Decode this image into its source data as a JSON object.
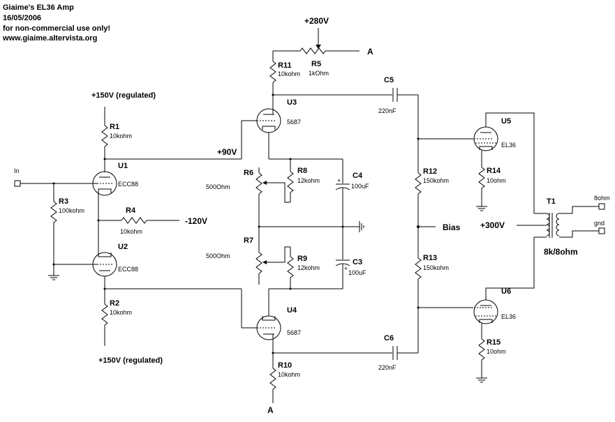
{
  "header": [
    "Giaime's EL36 Amp",
    "16/05/2006",
    "for non-commercial use only!",
    "www.giaime.altervista.org"
  ],
  "supplies": {
    "plus280": "+280V",
    "plus150_top": "+150V (regulated)",
    "plus150_bottom": "+150V (regulated)",
    "plus90": "+90V",
    "minus120": "-120V",
    "plus300": "+300V",
    "node_a_top": "A",
    "node_a_bottom": "A",
    "bias": "Bias"
  },
  "io": {
    "input": "In",
    "out_8ohm": "8ohm",
    "out_gnd": "gnd"
  },
  "resistors": {
    "R1": {
      "ref": "R1",
      "value": "10kohm"
    },
    "R2": {
      "ref": "R2",
      "value": "10kohm"
    },
    "R3": {
      "ref": "R3",
      "value": "100kohm"
    },
    "R4": {
      "ref": "R4",
      "value": "10kohm"
    },
    "R5": {
      "ref": "R5",
      "value": "1kOhm"
    },
    "R6": {
      "ref": "R6",
      "value": "500Ohm"
    },
    "R7": {
      "ref": "R7",
      "value": "500Ohm"
    },
    "R8": {
      "ref": "R8",
      "value": "12kohm"
    },
    "R9": {
      "ref": "R9",
      "value": "12kohm"
    },
    "R10": {
      "ref": "R10",
      "value": "10kohm"
    },
    "R11": {
      "ref": "R11",
      "value": "10kohm"
    },
    "R12": {
      "ref": "R12",
      "value": "150kohm"
    },
    "R13": {
      "ref": "R13",
      "value": "150kohm"
    },
    "R14": {
      "ref": "R14",
      "value": "10ohm"
    },
    "R15": {
      "ref": "R15",
      "value": "10ohm"
    }
  },
  "capacitors": {
    "C3": {
      "ref": "C3",
      "value": "100uF"
    },
    "C4": {
      "ref": "C4",
      "value": "100uF"
    },
    "C5": {
      "ref": "C5",
      "value": "220nF"
    },
    "C6": {
      "ref": "C6",
      "value": "220nF"
    }
  },
  "tubes": {
    "U1": {
      "ref": "U1",
      "type": "ECC88"
    },
    "U2": {
      "ref": "U2",
      "type": "ECC88"
    },
    "U3": {
      "ref": "U3",
      "type": "5687"
    },
    "U4": {
      "ref": "U4",
      "type": "5687"
    },
    "U5": {
      "ref": "U5",
      "type": "EL36"
    },
    "U6": {
      "ref": "U6",
      "type": "EL36"
    }
  },
  "transformer": {
    "ref": "T1",
    "ratio": "8k/8ohm"
  }
}
